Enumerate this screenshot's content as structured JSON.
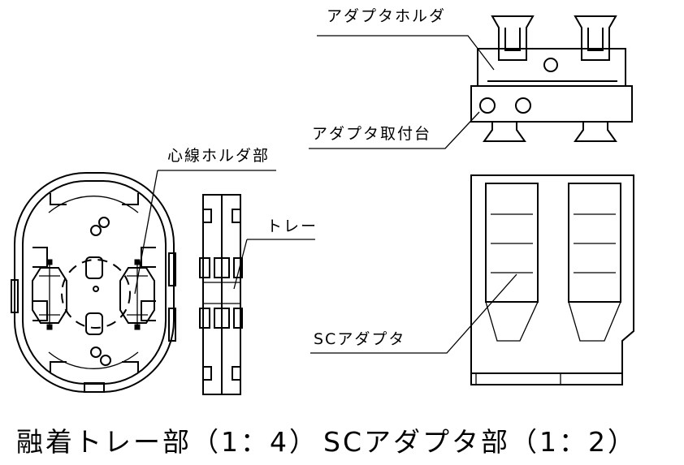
{
  "labels": {
    "adapter_holder": "アダプタホルダ",
    "adapter_mount": "アダプタ取付台",
    "fiber_holder": "心線ホルダ部",
    "tray": "トレー",
    "sc_adapter": "SCアダプタ"
  },
  "caption": {
    "left": "融着トレー部（1：4）",
    "right": "SCアダプタ部（1：2）"
  }
}
